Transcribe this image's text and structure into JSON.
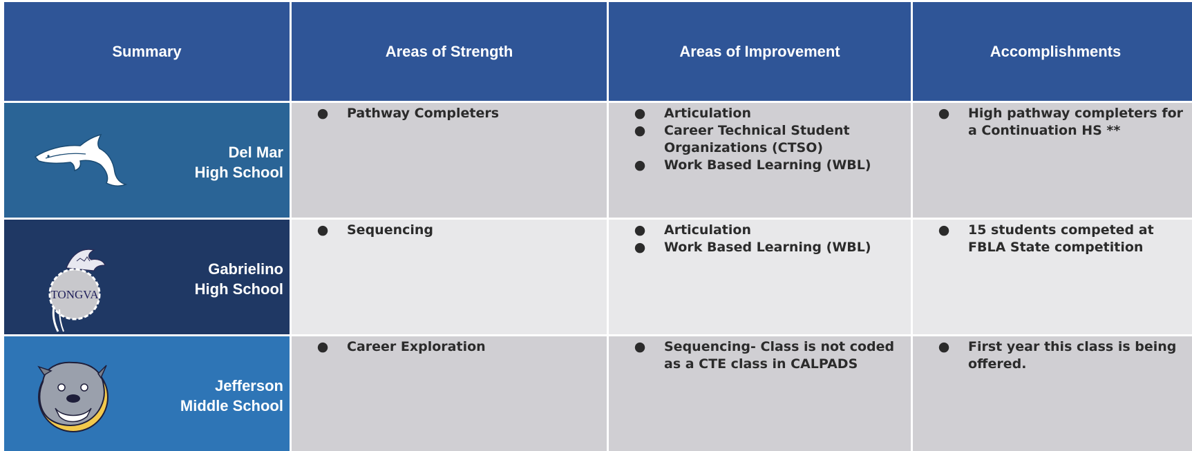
{
  "headers": [
    "Summary",
    "Areas of Strength",
    "Areas of Improvement",
    "Accomplishments"
  ],
  "rows": [
    {
      "school": [
        "Del Mar",
        "High School"
      ],
      "logo_icon": "dolphin-logo",
      "strength": [
        "Pathway Completers"
      ],
      "improvement": [
        "Articulation",
        "Career Technical Student Organizations (CTSO)",
        "Work Based Learning (WBL)"
      ],
      "accomplishments": [
        "High pathway completers for a Continuation HS **"
      ]
    },
    {
      "school": [
        "Gabrielino",
        "High School"
      ],
      "logo_icon": "tongva-eagle-logo",
      "logo_text": "TONGVA",
      "strength": [
        "Sequencing"
      ],
      "improvement": [
        "Articulation",
        "Work Based Learning (WBL)"
      ],
      "accomplishments": [
        "15 students competed at FBLA State competition"
      ]
    },
    {
      "school": [
        "Jefferson",
        "Middle School"
      ],
      "logo_icon": "bulldog-logo",
      "strength": [
        "Career Exploration"
      ],
      "improvement": [
        "Sequencing- Class is not coded as a CTE class in CALPADS"
      ],
      "accomplishments": [
        "First year this class is being offered."
      ]
    }
  ],
  "bullet": "●",
  "colors": {
    "header_bg": "#2f5597",
    "row1_logo_bg": "#2a6496",
    "row2_logo_bg": "#1f3864",
    "row3_logo_bg": "#2e75b6",
    "dark_cell": "#d0cfd3",
    "light_cell": "#e8e8ea"
  }
}
